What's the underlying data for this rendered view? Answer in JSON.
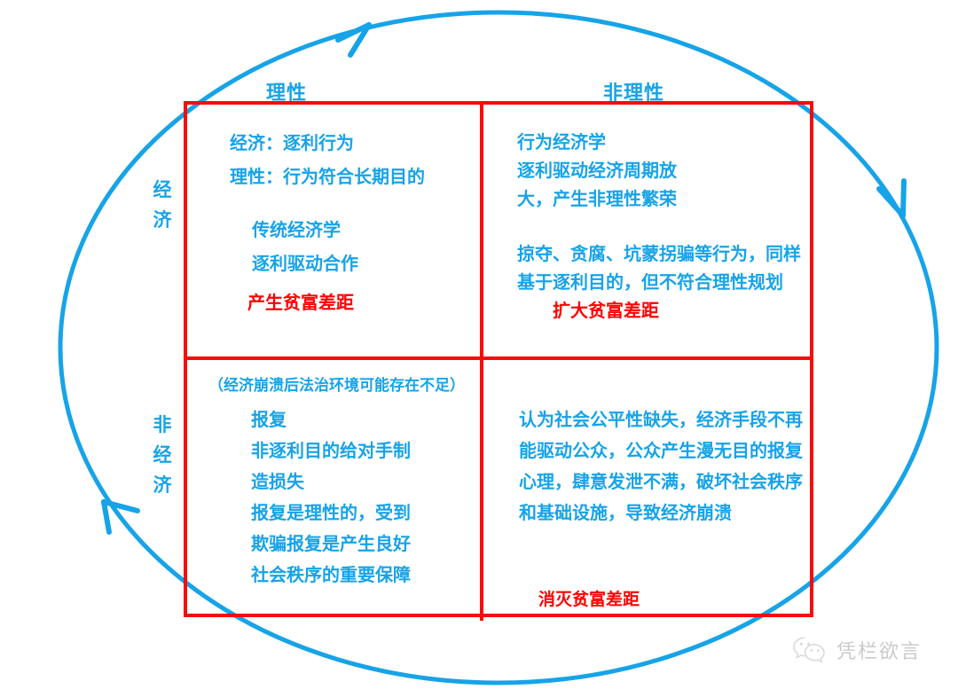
{
  "colors": {
    "blue": "#17A3E8",
    "red": "#FF0000",
    "border_red": "#FA0A0A",
    "watermark_gray": "#9b9b9b"
  },
  "columns": {
    "rational": "理性",
    "irrational": "非理性"
  },
  "rows": {
    "economic": [
      "经",
      "济"
    ],
    "non_economic": [
      "非",
      "经",
      "济"
    ]
  },
  "quadrants": {
    "economic_rational": {
      "lines": [
        "经济：逐利行为",
        "理性：行为符合长期目的",
        "传统经济学",
        "逐利驱动合作"
      ],
      "highlight": "产生贫富差距"
    },
    "economic_irrational": {
      "paragraph1": "行为经济学\n逐利驱动经济周期放\n大，产生非理性繁荣",
      "paragraph2": "掠夺、贪腐、坑蒙拐骗等行为，同样基于逐利目的，但不符合理性规划",
      "highlight": "扩大贫富差距"
    },
    "non_economic_rational": {
      "note": "（经济崩溃后法治环境可能存在不足）",
      "paragraph": "报复\n非逐利目的给对手制\n造损失\n报复是理性的，受到\n欺骗报复是产生良好\n社会秩序的重要保障"
    },
    "non_economic_irrational": {
      "paragraph": "认为社会公平性缺失，经济手段不再能驱动公众，公众产生漫无目的报复心理，肆意发泄不满，破坏社会秩序和基础设施，导致经济崩溃",
      "highlight": "消灭贫富差距"
    }
  },
  "cycle": {
    "arrow_top": "arrow-clockwise-top",
    "arrow_right": "arrow-clockwise-right",
    "arrow_bottom_left": "arrow-clockwise-bottom-left"
  },
  "watermark": {
    "icon": "wechat-icon",
    "text": "凭栏欲言"
  }
}
